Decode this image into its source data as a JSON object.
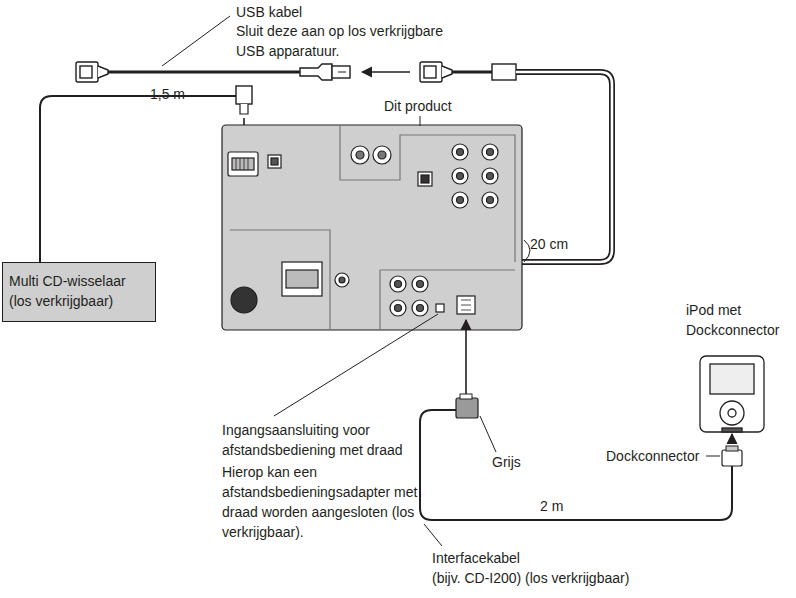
{
  "diagram": {
    "nodes": [
      {
        "text": [
          "Multi CD-wisselaar (los verkrijgbaar)"
        ]
      }
    ],
    "labels": [
      "USB kabel",
      "Sluit deze aan op los verkrijgbare USB apparatuur.",
      "1,5 m",
      "Dit product",
      "20 cm",
      "iPod met Dockconnector",
      "Dockconnector",
      "Grijs",
      "2 m",
      "Ingangsaansluiting voor afstandsbediening met draad",
      "Hierop kan een afstandsbedieningsadapter met draad worden aangesloten (los verkrijgbaar).",
      "Interfacekabel",
      "(bijv. CD-I200) (los verkrijgbaar)"
    ]
  }
}
